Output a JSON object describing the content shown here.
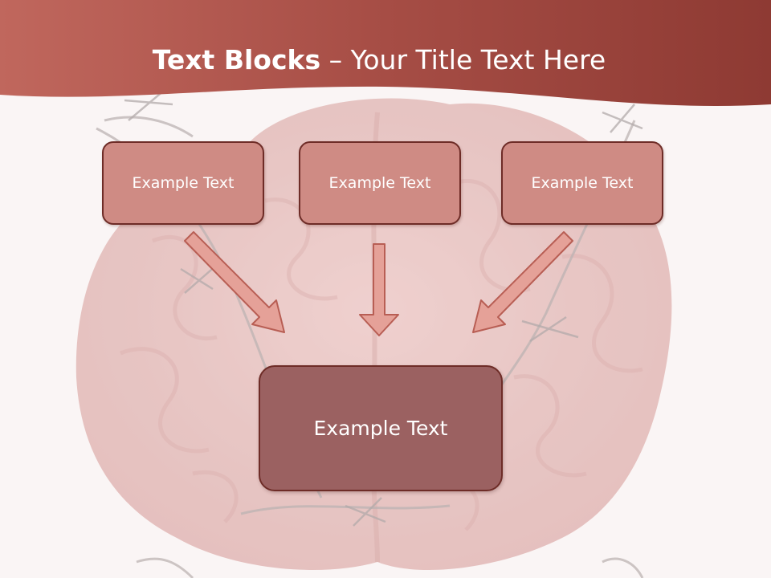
{
  "slide": {
    "title_bold": "Text Blocks",
    "title_rest": " – Your Title Text Here",
    "boxes": [
      {
        "label": "Example Text"
      },
      {
        "label": "Example Text"
      },
      {
        "label": "Example Text"
      }
    ],
    "center_box": {
      "label": "Example Text"
    }
  },
  "colors": {
    "header_band": "#a34b43",
    "box_fill": "#cf8b84",
    "center_fill": "#9b6161",
    "border": "#6e2c27",
    "arrow_fill": "#e5a198",
    "arrow_stroke": "#b85e54"
  },
  "icons": {
    "background": "brain-with-barbed-wire-image"
  }
}
